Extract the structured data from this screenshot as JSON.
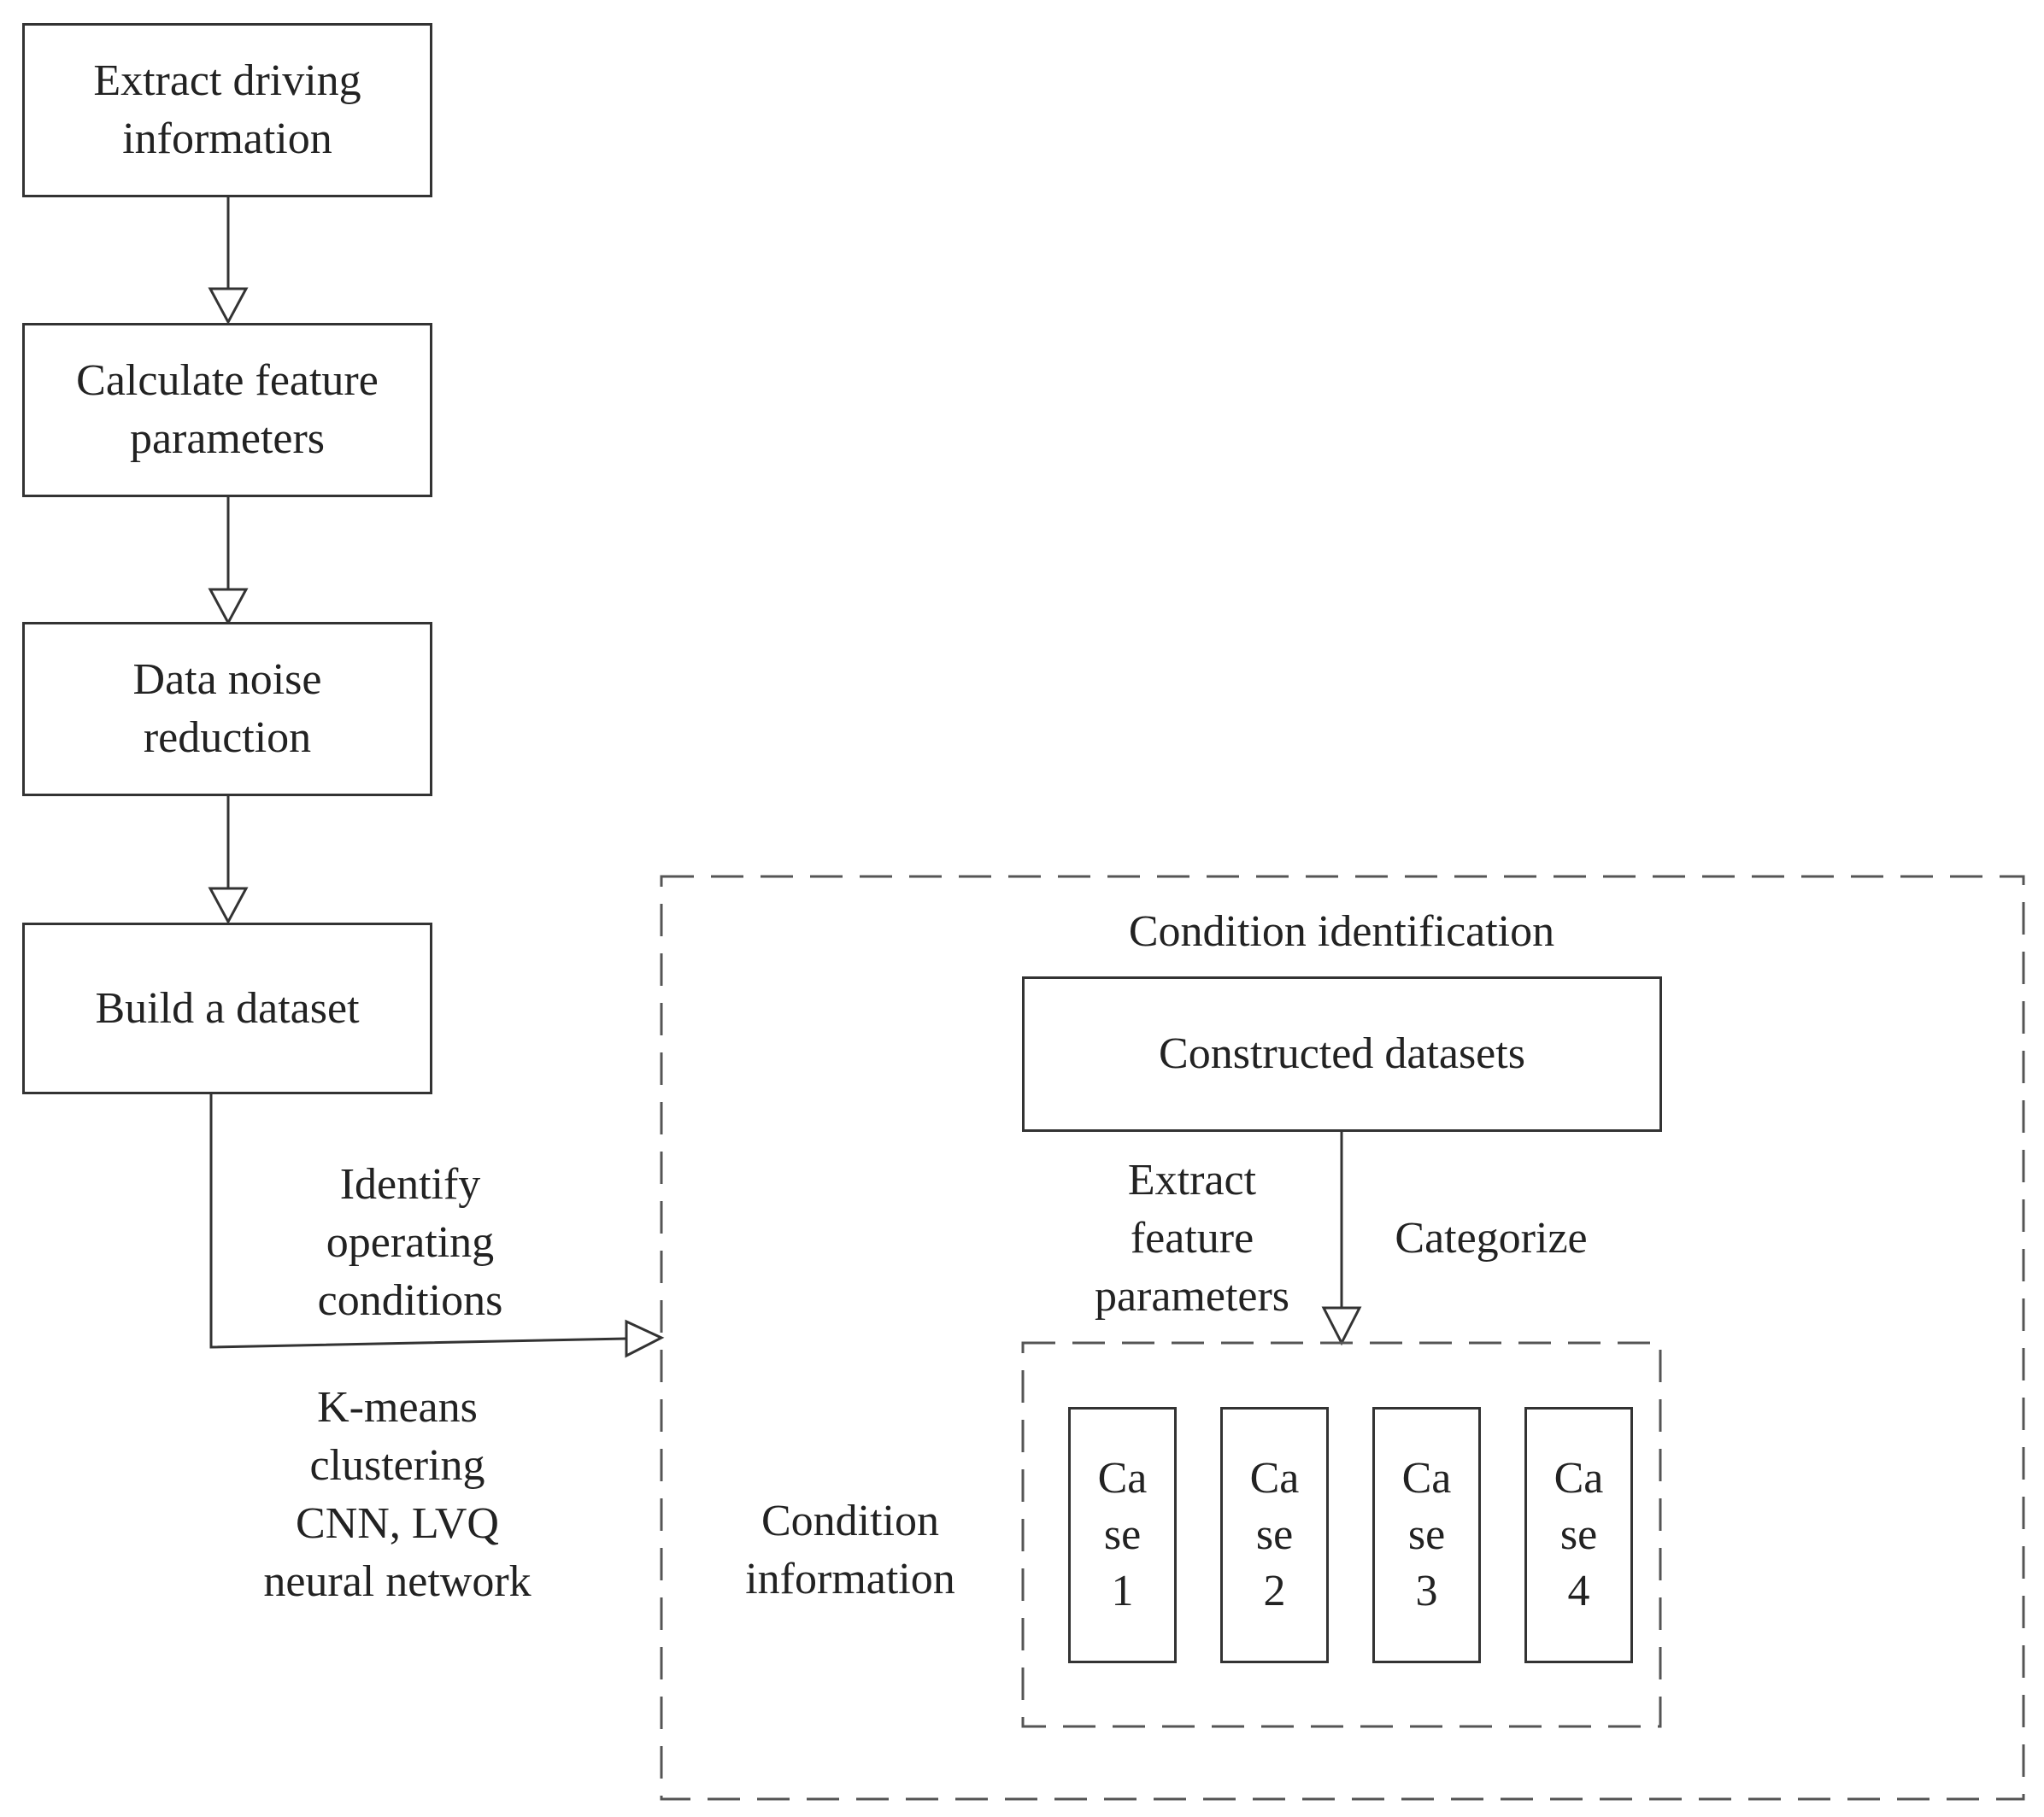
{
  "steps": [
    {
      "id": "extract",
      "label": "Extract driving\ninformation"
    },
    {
      "id": "calculate",
      "label": "Calculate feature\nparameters"
    },
    {
      "id": "noise",
      "label": "Data noise\nreduction"
    },
    {
      "id": "build",
      "label": "Build a dataset"
    }
  ],
  "edge_labels": {
    "identify": "Identify\noperating\nconditions",
    "methods": "K-means\nclustering\nCNN, LVQ\nneural network"
  },
  "condition_identification": {
    "title": "Condition identification",
    "constructed": "Constructed datasets",
    "extract_params": "Extract\nfeature\nparameters",
    "categorize": "Categorize",
    "condition_info": "Condition\ninformation",
    "cases": [
      "Ca\nse\n1",
      "Ca\nse\n2",
      "Ca\nse\n3",
      "Ca\nse\n4"
    ]
  },
  "colors": {
    "stroke": "#333333",
    "dash": "#555555",
    "text": "#222222"
  }
}
